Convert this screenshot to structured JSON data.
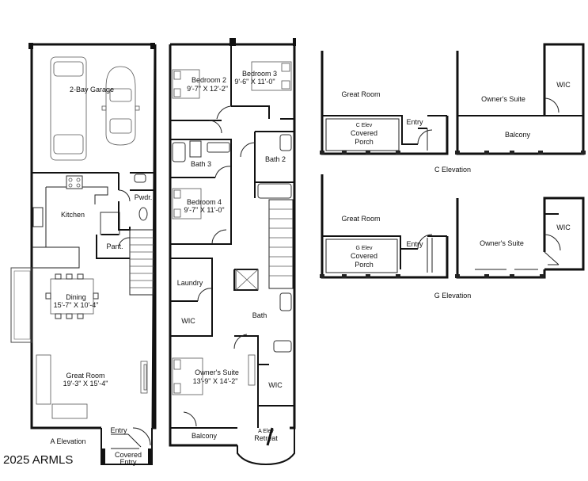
{
  "first_floor": {
    "garage": "2-Bay Garage",
    "kitchen": "Kitchen",
    "powder": "Pwdr.",
    "pantry": "Pant.",
    "dining": "Dining",
    "dining_dim": "15'-7\" X 10'-4\"",
    "great_room": "Great Room",
    "great_room_dim": "19'-3\" X 15'-4\"",
    "entry": "Entry",
    "covered_entry_line1": "Covered",
    "covered_entry_line2": "Entry",
    "elevation": "A Elevation"
  },
  "second_floor": {
    "bedroom2": "Bedroom 2",
    "bedroom2_dim": "9'-7\" X 12'-2\"",
    "bedroom3": "Bedroom 3",
    "bedroom3_dim": "9'-6\" X 11'-0\"",
    "bath3": "Bath 3",
    "bath2": "Bath 2",
    "bedroom4": "Bedroom 4",
    "bedroom4_dim": "9'-7\" X 11'-0\"",
    "laundry": "Laundry",
    "wic1": "WIC",
    "bath": "Bath",
    "owners_suite": "Owner's Suite",
    "owners_suite_dim": "13'-9\" X 14'-2\"",
    "wic2": "WIC",
    "balcony": "Balcony",
    "elev_tag": "A Elev",
    "retreat": "Retreat"
  },
  "c_elevation": {
    "great_room": "Great Room",
    "elev_tag": "C Elev",
    "covered_porch_line1": "Covered",
    "covered_porch_line2": "Porch",
    "entry": "Entry",
    "owners_suite": "Owner's Suite",
    "wic": "WIC",
    "balcony": "Balcony",
    "title": "C Elevation"
  },
  "g_elevation": {
    "great_room": "Great Room",
    "elev_tag": "G Elev",
    "covered_porch_line1": "Covered",
    "covered_porch_line2": "Porch",
    "entry": "Entry",
    "owners_suite": "Owner's Suite",
    "wic": "WIC",
    "title": "G Elevation"
  },
  "watermark": "2025 ARMLS"
}
